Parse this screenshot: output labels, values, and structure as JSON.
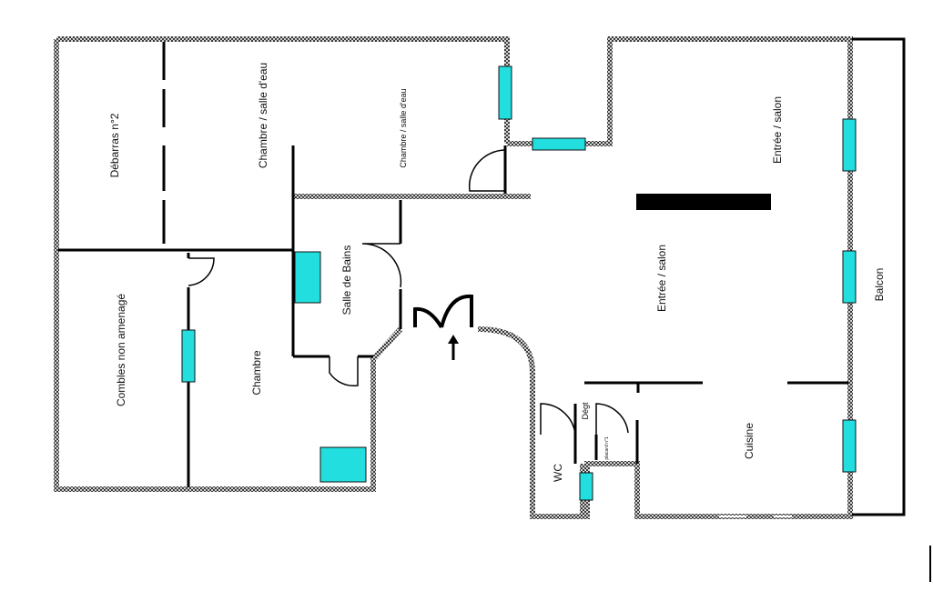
{
  "plan": {
    "rooms": {
      "debarras": "Débarras n°2",
      "chambre_salle_eau_1": "Chambre / salle d'eau",
      "chambre_salle_eau_2": "Chambre / salle d'eau",
      "salle_de_bains": "Salle de Bains",
      "entree_salon_1": "Entrée / salon",
      "entree_salon_2": "Entrée / salon",
      "balcon": "Balcon",
      "combles": "Combles non amenagé",
      "chambre": "Chambre",
      "wc": "WC",
      "degt": "Dégt",
      "placard": "placard n°1",
      "cuisine": "Cuisine"
    },
    "colors": {
      "wall": "#4a4a4a",
      "wall_fill": "#d9d9d9",
      "window": "#22dede",
      "line": "#000000"
    }
  }
}
